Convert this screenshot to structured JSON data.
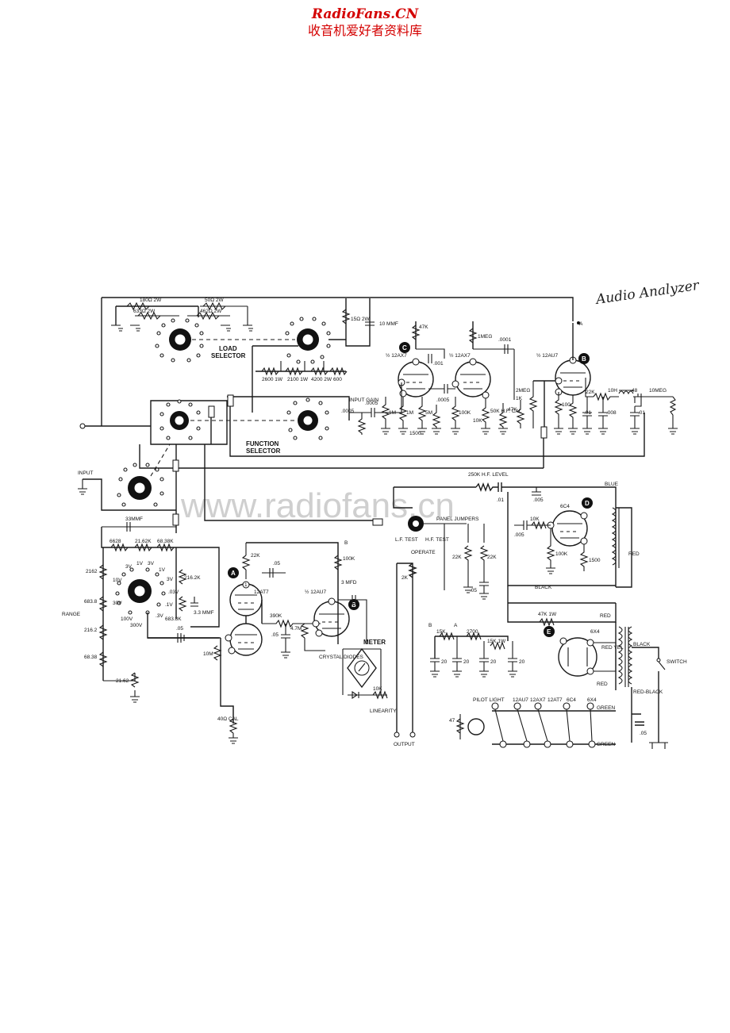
{
  "header": {
    "site_title": "RadioFans.CN",
    "site_subtitle": "收音机爱好者资料库",
    "title_color": "#d40000"
  },
  "watermark": "www.radiofans.cn",
  "handwritten_title": "Audio Analyzer",
  "labels": {
    "load_selector_1": "LOAD",
    "load_selector_2": "SELECTOR",
    "function_selector_1": "FUNCTION",
    "function_selector_2": "SELECTOR",
    "input": "INPUT",
    "range": "RANGE",
    "output": "OUTPUT",
    "meter": "METER",
    "crystal_diodes": "CRYSTAL DIODES",
    "linearity": "LINEARITY",
    "cal": "40Ω CAL",
    "input_gain": "INPUT GAIN",
    "hf_level": "250K H.F. LEVEL",
    "panel_jumpers": "PANEL JUMPERS",
    "lf_test": "L.F. TEST",
    "hf_test": "H.F. TEST",
    "operate": "OPERATE",
    "pilot_light": "PILOT LIGHT",
    "switch": "SWITCH",
    "red": "RED",
    "black": "BLACK",
    "blue": "BLUE",
    "green": "GREEN",
    "red_black": "RED-BLACK",
    "red_yel": "RED YEL"
  },
  "tubes": {
    "a": "12AT7",
    "b": "½ 12AU7",
    "c1": "½ 12AX7",
    "c2": "½ 12AX7",
    "b2": "½ 12AU7",
    "d": "6C4",
    "e": "6X4"
  },
  "tube_badges": [
    "A",
    "B",
    "C",
    "B",
    "D",
    "E"
  ],
  "heater_string": [
    "12AU7",
    "12AX7",
    "12AT7",
    "6C4",
    "6X4"
  ],
  "components": {
    "load_resistors": [
      "180Ω 2W",
      "50Ω 2W",
      "633Ω 2W",
      "462Ω 2W",
      "15Ω 2W",
      "10 MMF"
    ],
    "load_ladder": [
      "2600 1W",
      "2100 1W",
      "4200 2W",
      "600"
    ],
    "range_resistors": [
      "6628",
      "21.62K",
      "68.38K",
      "2162",
      "683.8",
      "216.2",
      "68.38",
      "21.62",
      "216.2K",
      "683.8K",
      "3.3 MMF",
      "33MMF"
    ],
    "range_taps": [
      "10V",
      "3V",
      "1V",
      "3V",
      "30V",
      "100V",
      "300V",
      "1V",
      "3V",
      ".03V",
      ".1V",
      ".3V"
    ],
    "amp": [
      "22K",
      ".05",
      "100K",
      "3 MFD",
      "390K",
      "4.7M",
      ".05",
      "10M",
      ".05"
    ],
    "stage_c": [
      "47K",
      ".001",
      "1M",
      ".0005",
      "1M",
      "1500",
      "5M",
      "100K",
      "10K",
      "1MEG",
      ".0001",
      "50K H.F. CAL",
      "47K",
      "2MEG",
      "1K",
      "100",
      ".01"
    ],
    "filter": [
      "22K",
      "10H",
      ".008",
      "48",
      "10MEG",
      ".01"
    ],
    "osc": [
      ".01",
      ".005",
      "10K",
      ".005",
      "100K",
      "1500",
      "22K",
      "22K",
      ".05",
      "2K"
    ],
    "supply": [
      "15K",
      "2700",
      "15K 1W",
      "47K 1W",
      "20",
      "20",
      "20",
      "20",
      ".05",
      "47"
    ],
    "node_labels": [
      "A",
      "B",
      "A",
      "B"
    ]
  }
}
